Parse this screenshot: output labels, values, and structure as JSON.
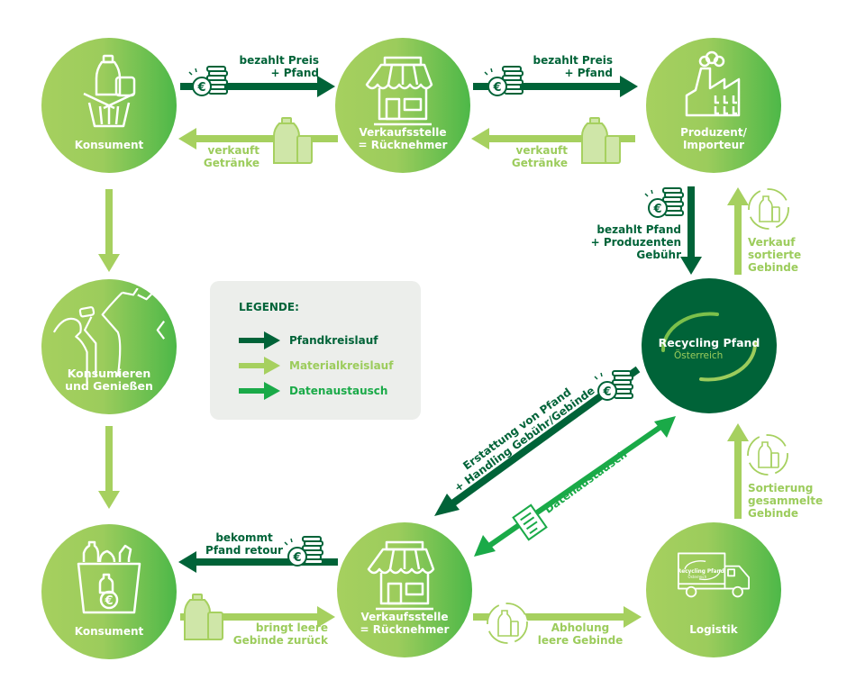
{
  "colors": {
    "pfandkreislauf": "#006338",
    "materialkreislauf": "#9ccc5c",
    "datenaustausch": "#1aaa48",
    "node_gradient_start": "#a6d05f",
    "node_gradient_end": "#4db848",
    "hub_circle": "#006338",
    "legend_bg": "#eceeeb"
  },
  "nodes": {
    "konsument_top": {
      "label": "Konsument",
      "icon": "shopping-basket-icon"
    },
    "verkaufsstelle_top": {
      "label": "Verkaufsstelle\n= Rücknehmer",
      "line1": "Verkaufsstelle",
      "line2": "= Rücknehmer",
      "icon": "shop-icon"
    },
    "produzent": {
      "label": "Produzent/\nImporteur",
      "line1": "Produzent/",
      "line2": "Importeur",
      "icon": "factory-icon"
    },
    "konsumieren": {
      "line1": "Konsumieren",
      "line2": "und Genießen",
      "icon": "people-drinking-icon"
    },
    "recycling_pfand": {
      "line1": "Recycling Pfand",
      "line2": "Österreich",
      "icon": "recycling-pfand-logo"
    },
    "konsument_bottom": {
      "label": "Konsument",
      "icon": "recycling-bin-icon"
    },
    "verkaufsstelle_bottom": {
      "line1": "Verkaufsstelle",
      "line2": "= Rücknehmer",
      "icon": "shop-icon"
    },
    "logistik": {
      "label": "Logistik",
      "icon": "truck-icon",
      "truck_logo_line1": "Recycling Pfand",
      "truck_logo_line2": "Österreich"
    }
  },
  "flows": {
    "konsument_to_verkauf_pay": {
      "line1": "bezahlt Preis",
      "line2": "+ Pfand",
      "type": "pfandkreislauf",
      "icon": "euro-coins-icon"
    },
    "verkauf_to_konsument_sell": {
      "line1": "verkauft",
      "line2": "Getränke",
      "type": "materialkreislauf",
      "icon": "bottle-can-icon"
    },
    "verkauf_to_produzent_pay": {
      "line1": "bezahlt Preis",
      "line2": "+ Pfand",
      "type": "pfandkreislauf",
      "icon": "euro-coins-icon"
    },
    "produzent_to_verkauf_sell": {
      "line1": "verkauft",
      "line2": "Getränke",
      "type": "materialkreislauf",
      "icon": "bottle-can-icon"
    },
    "produzent_to_rpo_pay": {
      "line1": "bezahlt Pfand",
      "line2": "+ Produzenten",
      "line3": "Gebühr",
      "type": "pfandkreislauf",
      "icon": "euro-coins-icon"
    },
    "rpo_to_produzent_sale": {
      "line1": "Verkauf",
      "line2": "sortierte",
      "line3": "Gebinde",
      "type": "materialkreislauf",
      "icon": "recycle-bottles-icon"
    },
    "consume_down_1": {
      "type": "materialkreislauf"
    },
    "consume_down_2": {
      "type": "materialkreislauf"
    },
    "rpo_to_verkauf_refund": {
      "line1": "Erstattung von Pfand",
      "line2": "+ Handling Gebühr/Gebinde",
      "type": "pfandkreislauf",
      "icon": "euro-coins-icon"
    },
    "data_exchange": {
      "label": "Datenaustausch",
      "type": "datenaustausch",
      "icon": "document-icon"
    },
    "logistik_to_rpo_sort": {
      "line1": "Sortierung",
      "line2": "gesammelte",
      "line3": "Gebinde",
      "type": "materialkreislauf",
      "icon": "recycle-bottles-icon"
    },
    "verkauf_to_konsument_refund": {
      "line1": "bekommt",
      "line2": "Pfand retour",
      "type": "pfandkreislauf",
      "icon": "euro-coins-icon"
    },
    "konsument_to_verkauf_return": {
      "line1": "bringt leere",
      "line2": "Gebinde zurück",
      "type": "materialkreislauf",
      "icon": "bottle-can-icon"
    },
    "verkauf_to_logistik_pickup": {
      "line1": "Abholung",
      "line2": "leere Gebinde",
      "type": "materialkreislauf",
      "icon": "recycle-bottles-icon"
    }
  },
  "legend": {
    "title": "LEGENDE:",
    "items": [
      {
        "label": "Pfandkreislauf",
        "color": "#006338"
      },
      {
        "label": "Materialkreislauf",
        "color": "#9ccc5c"
      },
      {
        "label": "Datenaustausch",
        "color": "#1aaa48"
      }
    ]
  }
}
